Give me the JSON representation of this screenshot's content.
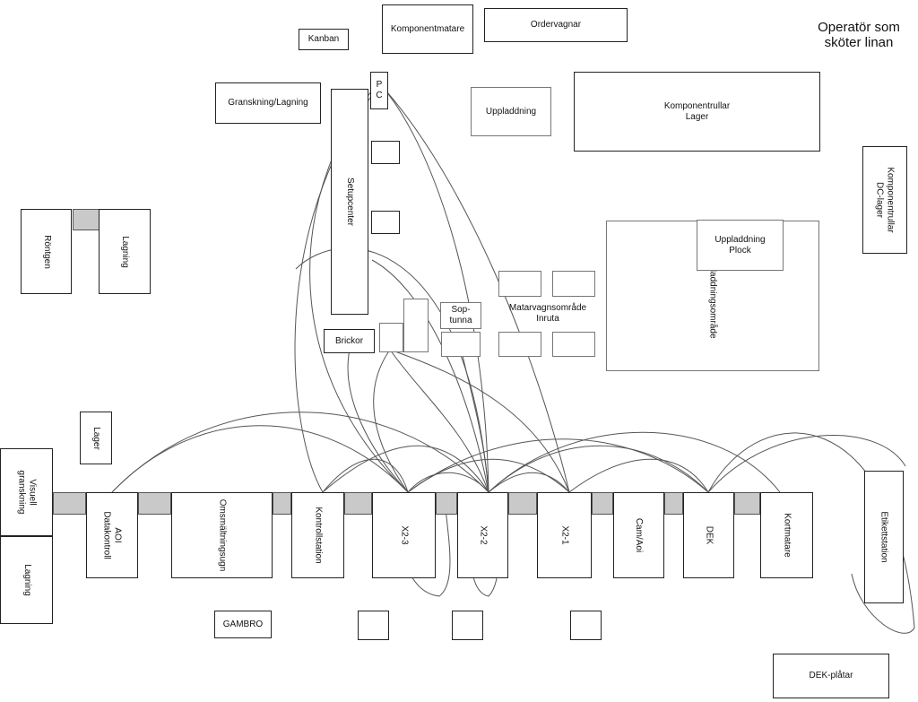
{
  "labels": {
    "operator": "Operatör som\nsköter linan",
    "kanban": "Kanban",
    "komponentmatare": "Komponentmatare",
    "ordervagnar": "Ordervagnar",
    "granskning_lagning": "Granskning/Lagning",
    "pc": "P\nC",
    "uppladdning": "Uppladdning",
    "komponentrullar_lager": "Komponentrullar\nLager",
    "komponentrullar_dc_lager": "Komponentrullar\nDC-lager",
    "setupcenter": "Setupcenter",
    "rontgen": "Röntgen",
    "lagning_left": "Lagning",
    "nedladdningsomrade": "Nedladdningsområde",
    "uppladdning_plock": "Uppladdning\nPlock",
    "sop_tunna": "Sop-\ntunna",
    "matarvagnsomrade": "Matarvagnsområde\nInruta",
    "brickor": "Brickor",
    "lager_left": "Lager",
    "visuell_granskning": "Visuell granskning",
    "lagning_bottom": "Lagning",
    "aoi": "AOI\nDatakontroll",
    "omsmaltningsugn": "Omsmältningsugn",
    "kontrollstation": "Kontrollstation",
    "x2_3": "X2-3",
    "x2_2": "X2-2",
    "x2_1": "X2-1",
    "cam_aoi": "Cam/Aoi",
    "dek": "DEK",
    "kortmatare": "Kortmatare",
    "etikettstation": "Etikettstation",
    "gambro": "GAMBRO",
    "dek_platar": "DEK-plåtar"
  }
}
